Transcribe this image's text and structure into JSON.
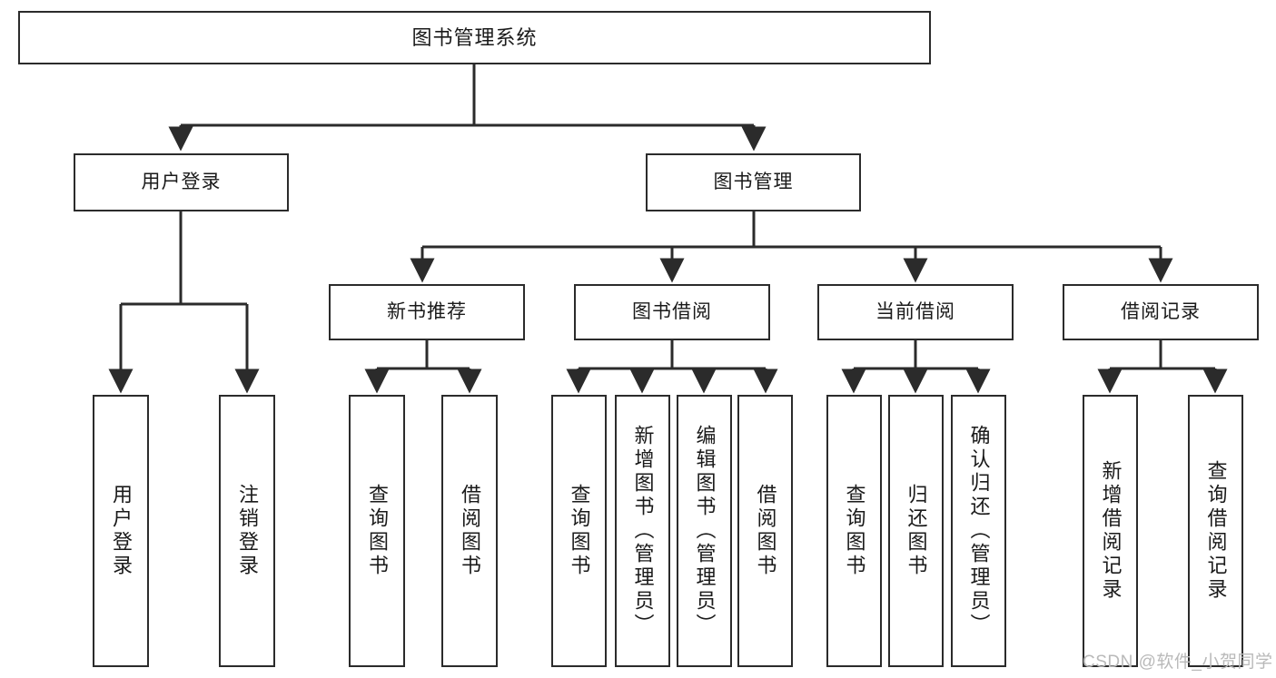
{
  "diagram": {
    "title": "图书管理系统",
    "type": "tree-structure-chart",
    "stroke_color": "#2b2b2b",
    "background_color": "#ffffff",
    "text_color": "#1a1a1a",
    "watermark": "CSDN @软件_小贺同学",
    "watermark_color": "#b9b9b9"
  },
  "nodes": {
    "root": {
      "label": "图书管理系统"
    },
    "level2": [
      {
        "id": "user-login",
        "label": "用户登录"
      },
      {
        "id": "book-manage",
        "label": "图书管理"
      }
    ],
    "level3": [
      {
        "id": "new-book-recommend",
        "label": "新书推荐"
      },
      {
        "id": "book-borrow",
        "label": "图书借阅"
      },
      {
        "id": "current-borrow",
        "label": "当前借阅"
      },
      {
        "id": "borrow-record",
        "label": "借阅记录"
      }
    ],
    "leaves": {
      "user_login": [
        {
          "id": "leaf-user-login",
          "label": "用户登录"
        },
        {
          "id": "leaf-logout-login",
          "label": "注销登录"
        }
      ],
      "new_book_recommend": [
        {
          "id": "leaf-query-book-1",
          "label": "查询图书"
        },
        {
          "id": "leaf-borrow-book-1",
          "label": "借阅图书"
        }
      ],
      "book_borrow": [
        {
          "id": "leaf-query-book-2",
          "label": "查询图书"
        },
        {
          "id": "leaf-add-book",
          "label": "新增图书（管理员）"
        },
        {
          "id": "leaf-edit-book",
          "label": "编辑图书（管理员）"
        },
        {
          "id": "leaf-borrow-book-2",
          "label": "借阅图书"
        }
      ],
      "current_borrow": [
        {
          "id": "leaf-query-book-3",
          "label": "查询图书"
        },
        {
          "id": "leaf-return-book",
          "label": "归还图书"
        },
        {
          "id": "leaf-confirm-return",
          "label": "确认归还（管理员）"
        }
      ],
      "borrow_record": [
        {
          "id": "leaf-add-record",
          "label": "新增借阅记录"
        },
        {
          "id": "leaf-query-record",
          "label": "查询借阅记录"
        }
      ]
    }
  }
}
